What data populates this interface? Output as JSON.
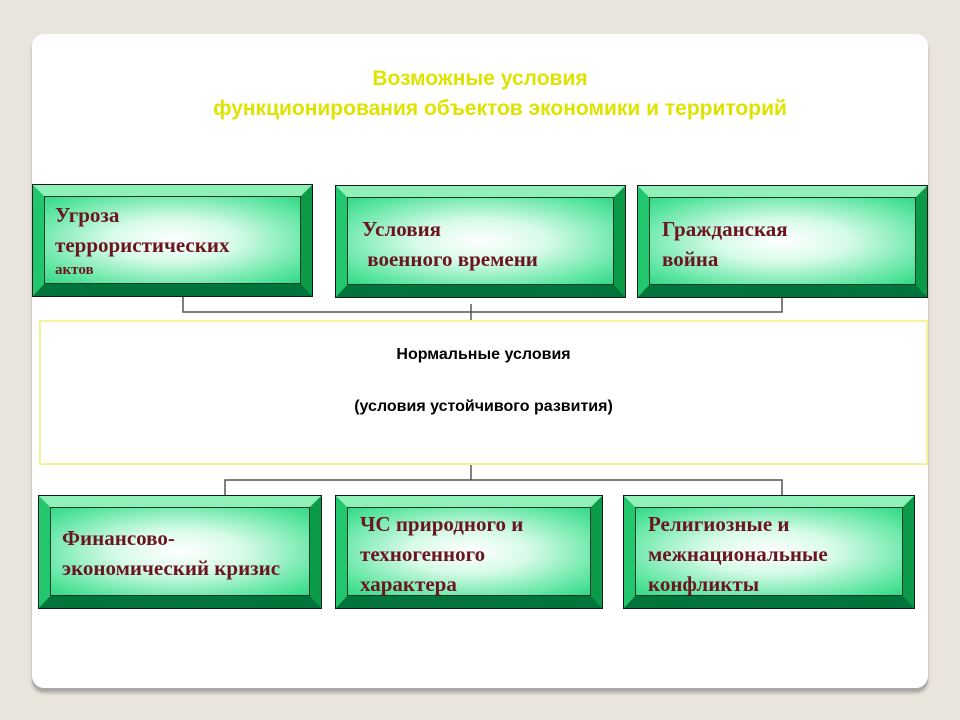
{
  "title": {
    "line1": "Возможные  условия",
    "line2": "функционирования  объектов  экономики   и  территорий",
    "color": "#dfe300"
  },
  "center": {
    "line1": "Нормальные условия",
    "line2": "(условия устойчивого развития)"
  },
  "top_boxes": [
    {
      "line1": "Угроза",
      "line2": "террористических",
      "line3": "актов"
    },
    {
      "line1": "Условия",
      "line2": " военного времени"
    },
    {
      "line1": "Гражданская",
      "line2": "война"
    }
  ],
  "bottom_boxes": [
    {
      "line1": "Финансово-",
      "line2": "экономический кризис"
    },
    {
      "line1": "ЧС природного и",
      "line2": "техногенного",
      "line3": "характера"
    },
    {
      "line1": "Религиозные и",
      "line2": "межнациональные",
      "line3": "конфликты"
    }
  ],
  "colors": {
    "box_text": "#6b1520",
    "box_green": "#33d886",
    "center_border": "#f4f49a"
  }
}
